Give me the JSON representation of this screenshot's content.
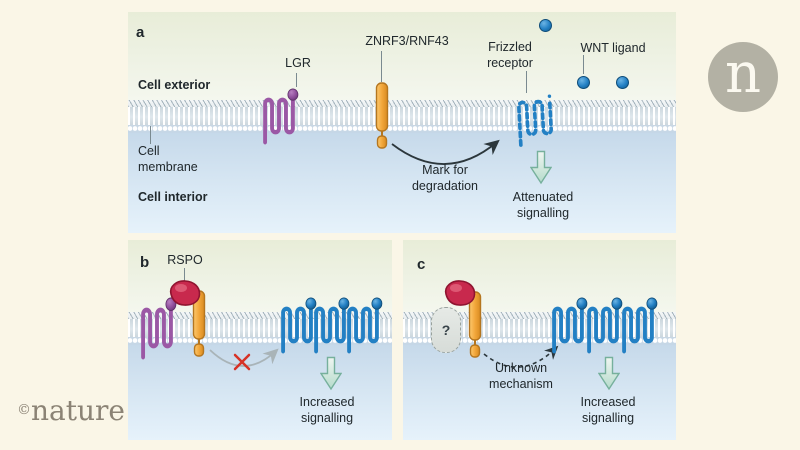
{
  "colors": {
    "page_bg": "#faf6e7",
    "text": "#20282c",
    "lgr_purple": "#9b58a5",
    "wnt_blue": "#2380c4",
    "znrf3_edge": "#b5761f",
    "rspo_red": "#c8294d",
    "rspo_edge": "#8f1430",
    "green_arrow": "#76b09c",
    "cross_red": "#d63226",
    "logo_gray": "#b3b1a4"
  },
  "brand": {
    "logo_letter": "n",
    "copyright": "©",
    "name": "nature"
  },
  "panel_a": {
    "letter": "a",
    "cell_exterior": "Cell exterior",
    "cell_membrane": "Cell membrane",
    "cell_interior": "Cell interior",
    "lgr": "LGR",
    "znrf3": "ZNRF3/RNF43",
    "frizzled": "Frizzled receptor",
    "wnt": "WNT ligand",
    "mark": "Mark for degradation",
    "attenuated": "Attenuated signalling"
  },
  "panel_b": {
    "letter": "b",
    "rspo": "RSPO",
    "increased": "Increased signalling"
  },
  "panel_c": {
    "letter": "c",
    "question": "?",
    "unknown": "Unknown mechanism",
    "increased": "Increased signalling"
  }
}
